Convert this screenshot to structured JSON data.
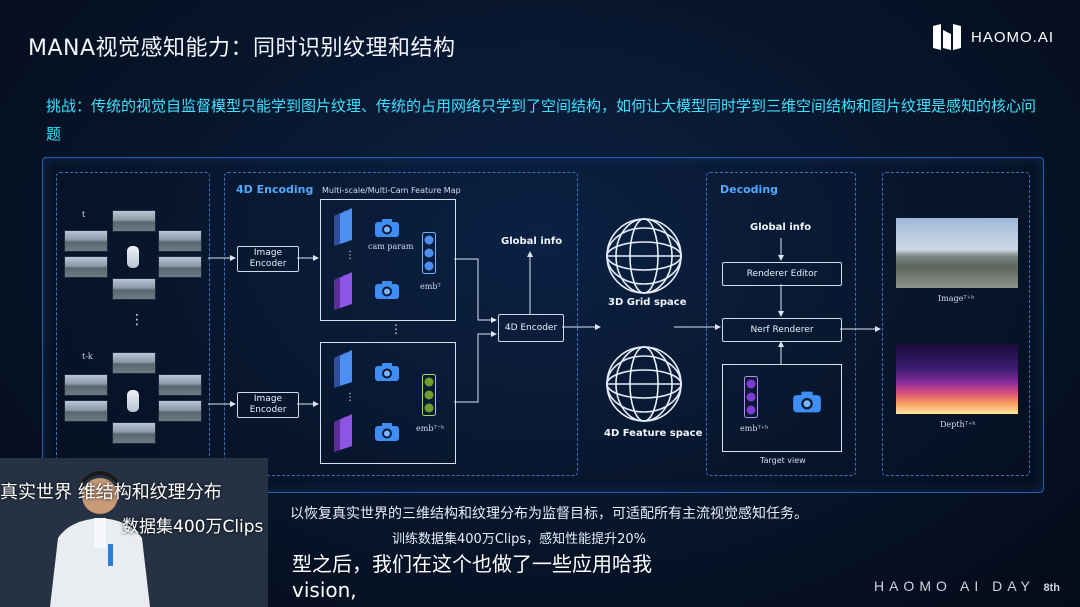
{
  "header": {
    "title": "MANA视觉感知能力：同时识别纹理和结构",
    "brand": "HAOMO.AI"
  },
  "challenge": "挑战：传统的视觉自监督模型只能学到图片纹理、传统的占用网络只学到了空间结构，如何让大模型同时学到三维空间结构和图片纹理是感知的核心问题",
  "diagram": {
    "input": {
      "t": "t",
      "tk": "t-k",
      "ellipsis": "⋮"
    },
    "encoding": {
      "section_label": "4D Encoding",
      "feature_map_label": "Multi-scale/Multi-Cam Feature Map",
      "image_encoder_1": "Image Encoder",
      "image_encoder_2": "Image Encoder",
      "cam_param": "cam param",
      "emb_t": "embᵀ",
      "emb_tk": "embᵀ⁻ᵏ",
      "encoder_4d": "4D Encoder",
      "global_info": "Global info",
      "grid_space": "3D Grid space",
      "feature_space": "4D Feature space"
    },
    "decoding": {
      "section_label": "Decoding",
      "global_info": "Global info",
      "renderer_editor": "Renderer Editor",
      "nerf_renderer": "Nerf Renderer",
      "emb": "embᵀ⁺ʰ",
      "target_view": "Target view"
    },
    "outputs": {
      "image_label": "Imageᵀ⁺ʰ",
      "depth_label": "Depthᵀ⁺ʰ"
    }
  },
  "speaker_overlay": {
    "line1": "真实世界  维结构和纹理分布",
    "line2": "数据集400万Clips"
  },
  "subtitles": {
    "cn_line1": "以恢复真实世界的三维结构和纹理分布为监督目标，可适配所有主流视觉感知任务。",
    "cn_line2": "训练数据集400万Clips，感知性能提升20%",
    "caption_line1": "型之后，我们在这个也做了一些应用哈我",
    "caption_line2": "vision,"
  },
  "footer": {
    "event": "HAOMO AI DAY",
    "edition": "8th"
  },
  "colors": {
    "accent": "#3fe1ff",
    "section": "#52a8ff",
    "border": "#2a5ea8"
  }
}
